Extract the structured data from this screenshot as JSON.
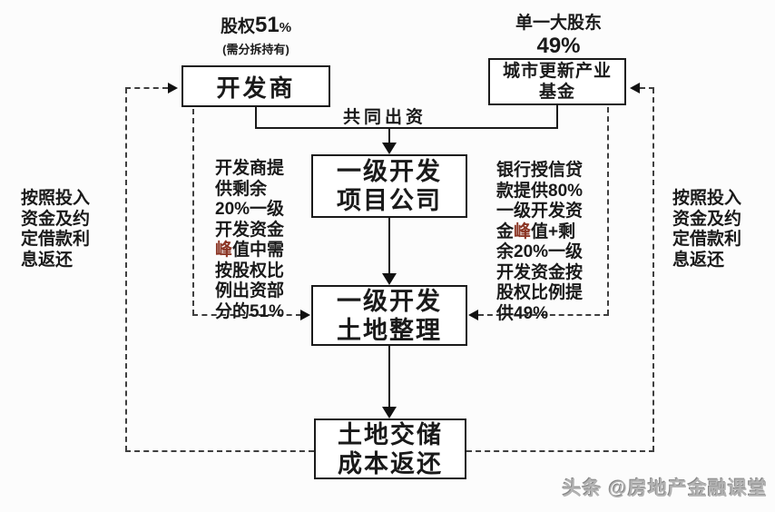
{
  "diagram": {
    "top_left_label": {
      "equity_prefix": "股权",
      "equity_value": "51",
      "equity_sign": "%",
      "equity_note": "(需分拆持有)"
    },
    "top_right_label": {
      "shareholder": "单一大股东",
      "share_value": "49%"
    },
    "boxes": {
      "developer": "开发商",
      "fund_line1": "城市更新产业",
      "fund_line2": "基金",
      "project_line1": "一级开发",
      "project_line2": "项目公司",
      "land_line1": "一级开发",
      "land_line2": "土地整理",
      "return_line1": "土地交储",
      "return_line2": "成本返还"
    },
    "joint_funding_label": "共同出资",
    "notes": {
      "inner_left": [
        [
          {
            "t": "开发商提"
          }
        ],
        [
          {
            "t": "供剩余"
          }
        ],
        [
          {
            "t": "20%一级"
          }
        ],
        [
          {
            "t": "开发资金"
          }
        ],
        [
          {
            "t": "峰",
            "c": "#8b3524"
          },
          {
            "t": "值中需"
          }
        ],
        [
          {
            "t": "按股权比"
          }
        ],
        [
          {
            "t": "例出资部"
          }
        ],
        [
          {
            "t": "分的51%"
          }
        ]
      ],
      "inner_right": [
        [
          {
            "t": "银行授信贷"
          }
        ],
        [
          {
            "t": "款提供80%"
          }
        ],
        [
          {
            "t": "一级开发资"
          }
        ],
        [
          {
            "t": "金"
          },
          {
            "t": "峰",
            "c": "#8b3524"
          },
          {
            "t": "值+剩"
          }
        ],
        [
          {
            "t": "余20%一级"
          }
        ],
        [
          {
            "t": "开发资金按"
          }
        ],
        [
          {
            "t": "股权比例提"
          }
        ],
        [
          {
            "t": "供49%"
          }
        ]
      ],
      "outer_left": [
        [
          {
            "t": "按照投入"
          }
        ],
        [
          {
            "t": "资金及约"
          }
        ],
        [
          {
            "t": "定借款利"
          }
        ],
        [
          {
            "t": "息返还"
          }
        ]
      ],
      "outer_right": [
        [
          {
            "t": "按照投入"
          }
        ],
        [
          {
            "t": "资金及约"
          }
        ],
        [
          {
            "t": "定借款利"
          }
        ],
        [
          {
            "t": "息返还"
          }
        ]
      ]
    },
    "watermark": "头条 @房地产金融课堂",
    "colors": {
      "line": "#1a1a1a",
      "dash": "#3f3f3f",
      "highlight_char": "#8b3524",
      "watermark": "#b3b3b3",
      "background": "#fcfcfc"
    }
  }
}
